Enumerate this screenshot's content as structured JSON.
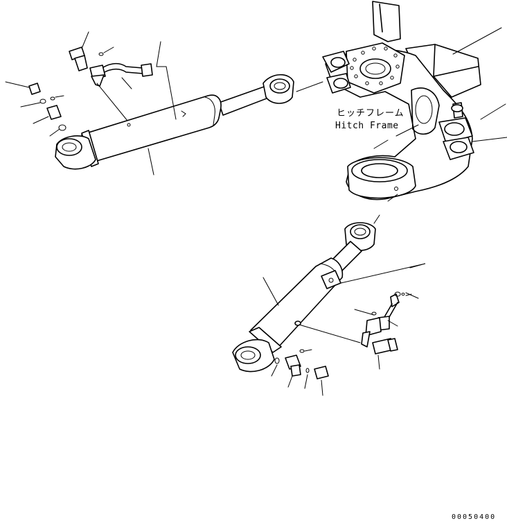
{
  "diagram": {
    "labels": {
      "hitch_frame_jp": "ヒッチフレーム",
      "hitch_frame_en": "Hitch Frame"
    },
    "drawing_code": "00050400"
  }
}
